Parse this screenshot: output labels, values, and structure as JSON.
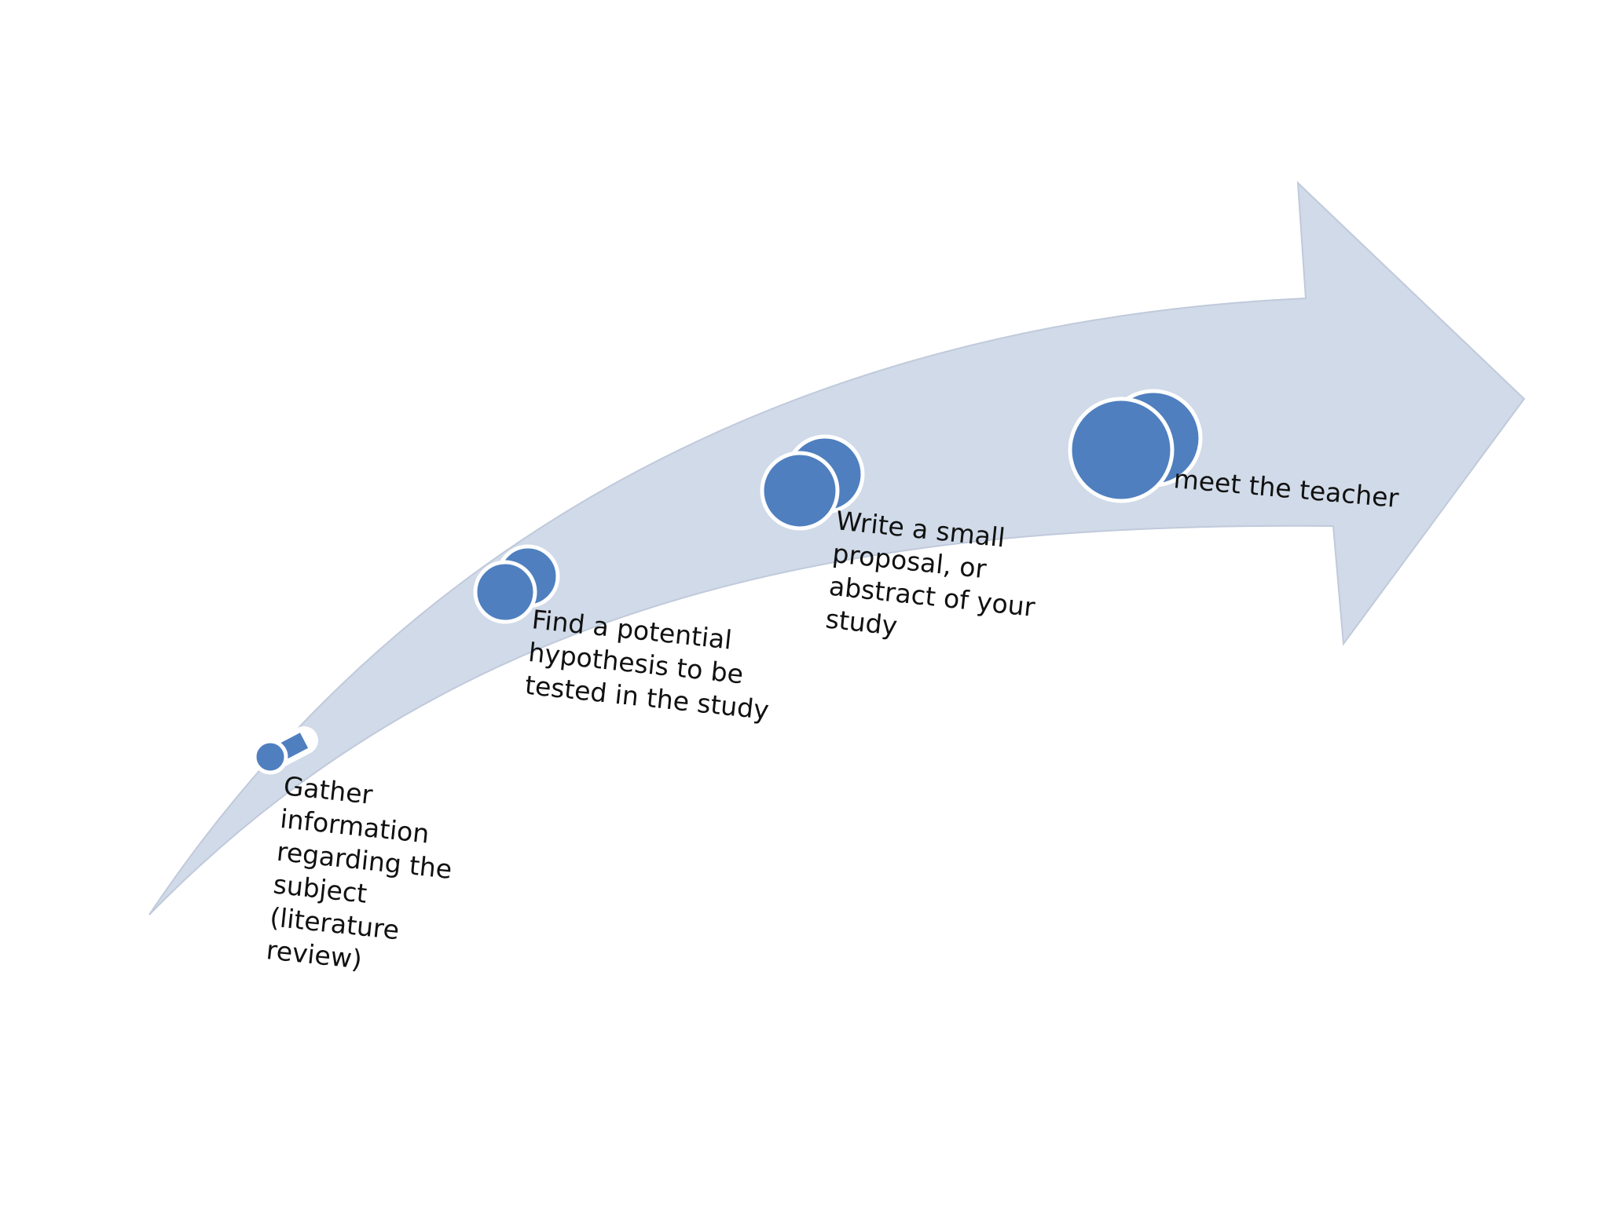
{
  "diagram": {
    "arrow_color": "#d0dae8",
    "arrow_edge_color": "#c0cadb",
    "marker_color": "#4f7fbf",
    "marker_outline": "#ffffff",
    "steps": [
      {
        "lines": [
          "Gather",
          "information",
          "regarding the",
          "subject",
          "(literature",
          "review)"
        ]
      },
      {
        "lines": [
          "Find a potential",
          "hypothesis to be",
          "tested in the study"
        ]
      },
      {
        "lines": [
          "Write a small",
          "proposal, or",
          "abstract of your",
          "study"
        ]
      },
      {
        "lines": [
          "meet the teacher"
        ]
      }
    ]
  }
}
